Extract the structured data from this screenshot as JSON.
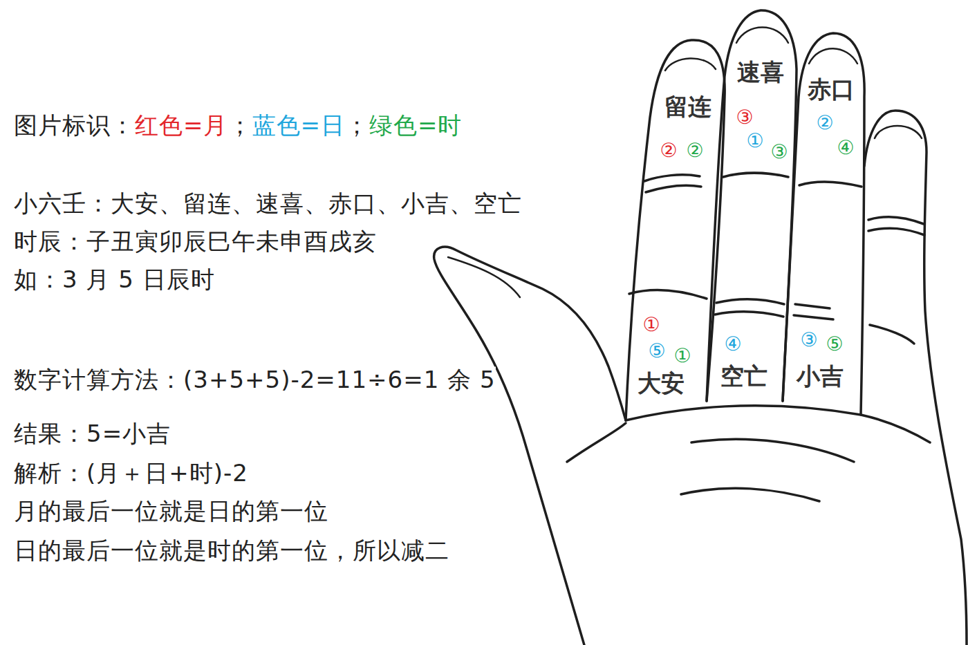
{
  "diagram": {
    "labels": [
      "图片标识：",
      "红色=月",
      "；",
      "蓝色=日",
      "；",
      "绿色=时",
      "小六壬：大安、留连、速喜、赤口、小吉、空亡",
      "时辰：子丑寅卯辰巳午未申酉戌亥",
      "如：3 月 5 日辰时",
      "数字计算方法：(3+5+5)-2=11÷6=1 余 5",
      "结果：5=小吉",
      "解析：(月＋日+时)-2",
      "月的最后一位就是日的第一位",
      "日的最后一位就是时的第一位，所以减二",
      "留连",
      "速喜",
      "赤口",
      "大安",
      "空亡",
      "小吉",
      "②",
      "②",
      "③",
      "①",
      "③",
      "②",
      "④",
      "①",
      "⑤",
      "①",
      "④",
      "③",
      "⑤"
    ]
  }
}
